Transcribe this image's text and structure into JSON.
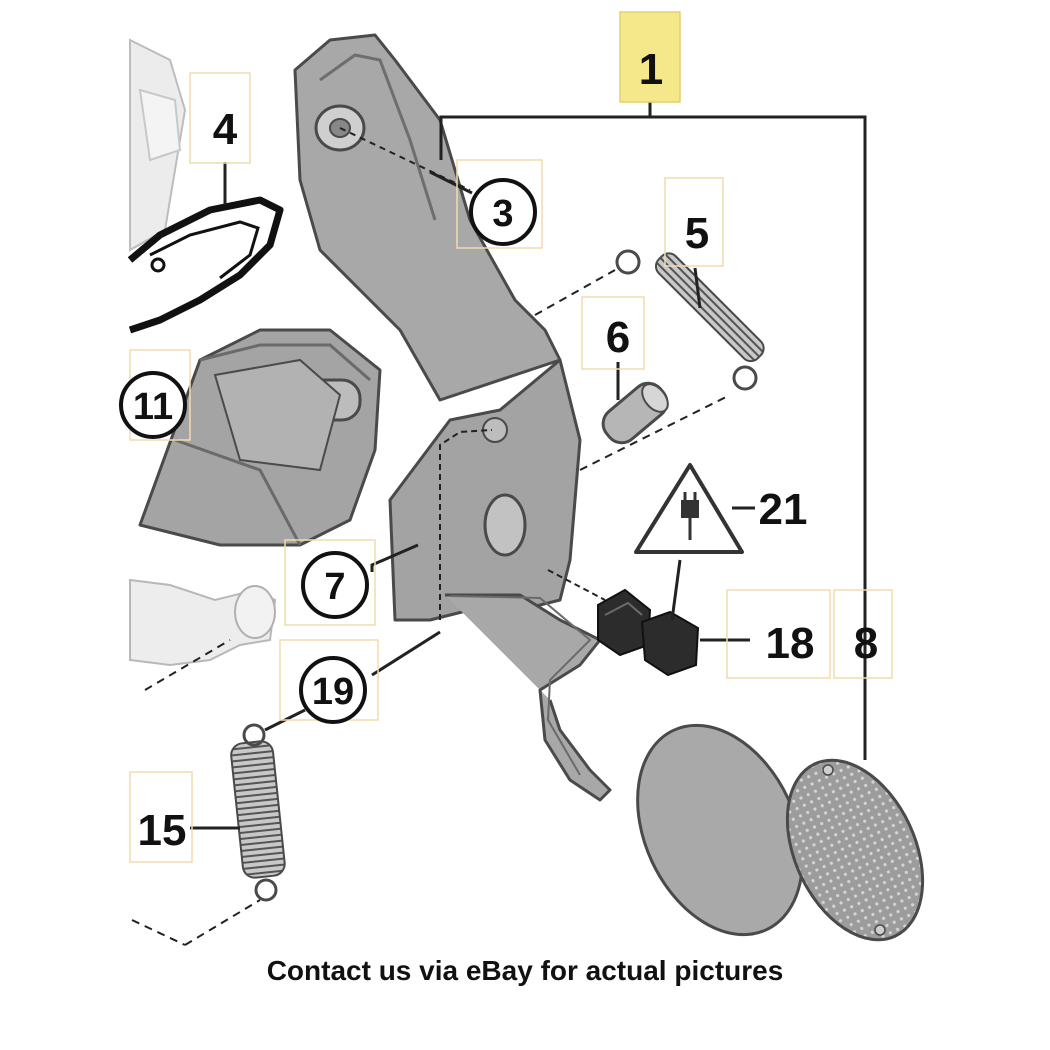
{
  "diagram": {
    "callouts": {
      "c1": "1",
      "c3": "3",
      "c4": "4",
      "c5": "5",
      "c6": "6",
      "c7": "7",
      "c8": "8",
      "c11": "11",
      "c15": "15",
      "c18": "18",
      "c19": "19",
      "c21": "21"
    },
    "colors": {
      "part_fill": "#a9a9a9",
      "part_stroke": "#4a4a4a",
      "pale_part": "#e8e8e8",
      "highlight_box": "#f5e88a",
      "label_box_outline": "#f3deb0",
      "leader_line": "#222222"
    }
  },
  "footer": {
    "caption": "Contact us via eBay for actual pictures"
  }
}
